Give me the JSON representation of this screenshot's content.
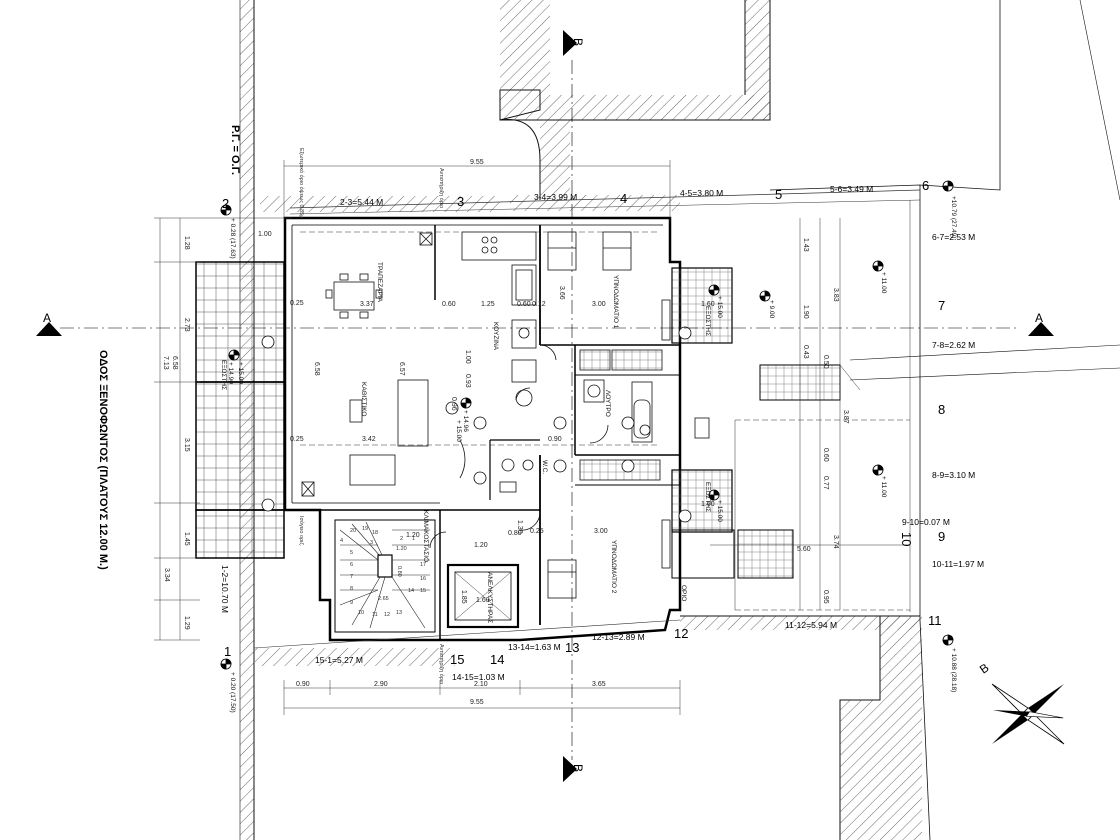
{
  "street": {
    "label": "ΟΔΟΣ ΞΕΝΟΦΩΝΤΟΣ (ΠΛΑΤΟΥΣ 12.00 Μ.)"
  },
  "building_line": {
    "label": "Ρ.Γ. = Ο.Γ."
  },
  "north_label": "Β",
  "sections": {
    "a_left": "Α",
    "a_right": "Α",
    "b_top": "Β",
    "b_bottom": "Β"
  },
  "rooms": {
    "dining": "ΤΡΑΠΕΖΑΡΙΑ",
    "living": "ΚΑΘΙΣΤΙΚΟ",
    "kitchen": "ΚΟΥΖΙΝΑ",
    "bedroom1": "ΥΠΝΟΔΩΜΑΤΙΟ 1",
    "bedroom2": "ΥΠΝΟΔΩΜΑΤΙΟ 2",
    "bathroom": "ΛΟΥΤΡΟ",
    "wc": "W.C.",
    "elevator": "ΑΝΕΛΚΥΣΤΗΡΑΣ",
    "stairwell": "ΚΛΙΜΑΚΟΣΤΑΣΙΟ",
    "balcony_left": "ΕΞΩΣΤΗΣ",
    "balcony_r1": "ΕΞΩΣΤΗΣ",
    "balcony_r2": "ΕΞΩΣΤΗΣ",
    "boundary": "ΟΡΙΟ"
  },
  "points": {
    "p1": "1",
    "p2": "2",
    "p3": "3",
    "p4": "4",
    "p5": "5",
    "p6": "6",
    "p7": "7",
    "p8": "8",
    "p9": "9",
    "p10": "10",
    "p11": "11",
    "p12": "12",
    "p13": "13",
    "p14": "14",
    "p15": "15"
  },
  "segments": {
    "s23": "2-3=5.44 Μ",
    "s34": "3-4=3.99 Μ",
    "s45": "4-5=3.80 Μ",
    "s56": "5-6=3.49 Μ",
    "s67": "6-7=2.53 Μ",
    "s78": "7-8=2.62 Μ",
    "s89": "8-9=3.10 Μ",
    "s910": "9-10=0.07 Μ",
    "s1011": "10-11=1.97 Μ",
    "s1112": "11-12=5.94 Μ",
    "s1213": "12-13=2.89 Μ",
    "s1314": "13-14=1.63 Μ",
    "s1415": "14-15=1.03 Μ",
    "s151": "15-1=5.27 Μ",
    "s12": "1-2=10.70 Μ"
  },
  "levels": {
    "l_top_right": "+10.79 (27.49)",
    "l_bottom_right": "+ 10.88 (28.18)",
    "l_p2": "+ 0.28 (17.63)",
    "l_p1": "+ 0.20 (17.50)",
    "l_balc_left": "+ 15.00",
    "l_balc_left2": "+ 14.90",
    "l_corr": "+ 15.00",
    "l_corr2": "+ 14.96",
    "l_balc_r1": "+ 15.00",
    "l_balc_r2": "+ 15.00",
    "l_yard1": "+ 9.00",
    "l_yard2": "+ 11.00",
    "l_yard3": "+ 11.00"
  },
  "dims": {
    "top_overall": "9.55",
    "bottom_overall": "9.55",
    "b1": "0.90",
    "b2": "2.90",
    "b3": "2.10",
    "b4": "3.65",
    "v_left": [
      "1.28",
      "2.73",
      "3.15",
      "1.45",
      "3.34",
      "1.29"
    ],
    "v_left2": [
      "6.58",
      "7.13"
    ],
    "inner": [
      "3.37",
      "6.58",
      "6.57",
      "3.42",
      "0.60",
      "1.25",
      "0.60",
      "0.12",
      "3.00",
      "3.00",
      "1.60",
      "1.60",
      "3.66",
      "1.20",
      "1.20",
      "1.30",
      "0.80",
      "1.85",
      "1.60",
      "0.90",
      "1.00",
      "0.96",
      "0.93",
      "0.25",
      "0.25",
      "0.25",
      "1.00"
    ],
    "right_v": [
      "1.43",
      "1.90",
      "3.83",
      "0.43",
      "0.50",
      "0.60",
      "0.77",
      "3.87",
      "3.74",
      "0.95"
    ],
    "right_small": "5.60",
    "stair": [
      "20",
      "19",
      "18",
      "17",
      "16",
      "15",
      "14",
      "13",
      "12",
      "11",
      "10",
      "9",
      "8",
      "7",
      "6",
      "5",
      "4",
      "3",
      "2",
      "1"
    ],
    "stair_w": "0.80",
    "stair_w2": "1.20",
    "stair_w3": "2.65"
  },
  "notes": {
    "top_dim_note": "Εξωτερικό όριο όψεως 0.85μ",
    "top_note2": "Αντιστήριξη όριο",
    "left_note": "Ισόγειο οριζ.",
    "bottom_note": "Αντιστήριξη όριο"
  }
}
